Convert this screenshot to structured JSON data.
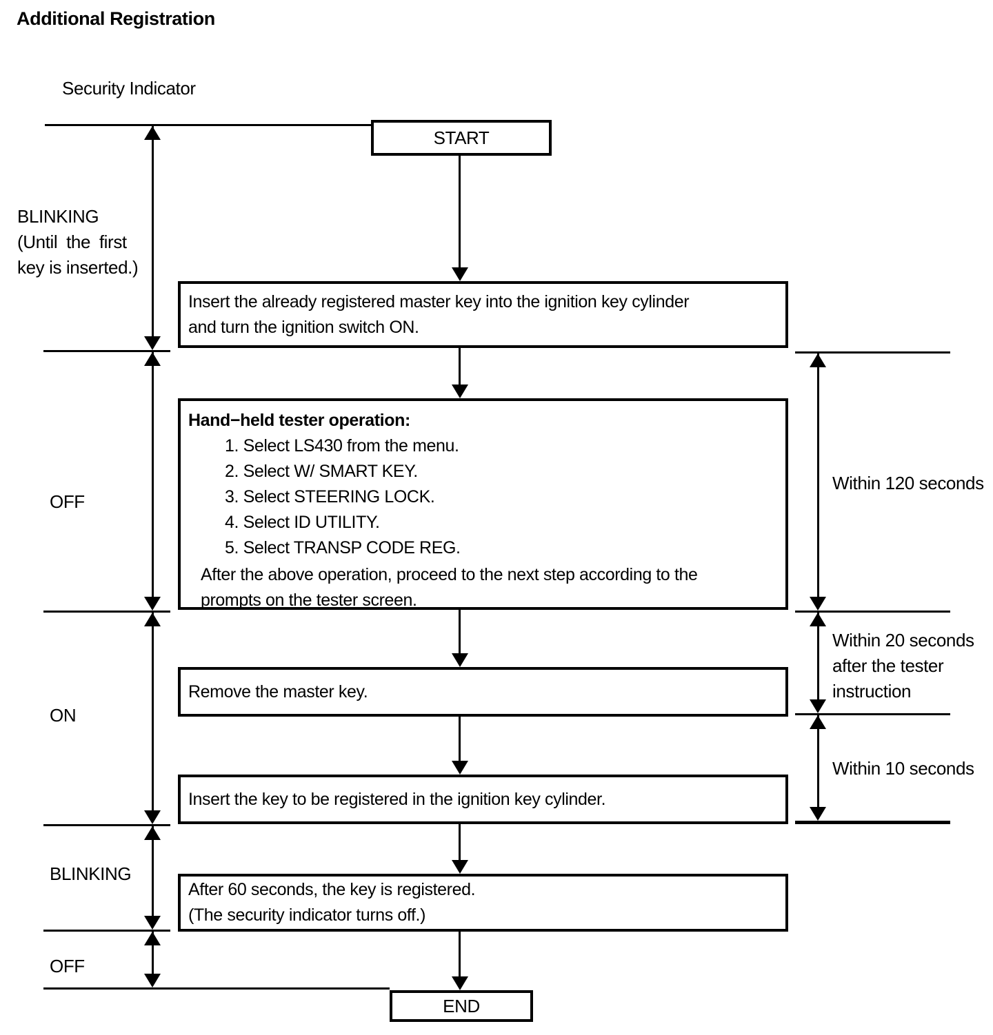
{
  "page": {
    "title": "Additional Registration",
    "axis_label": "Security Indicator"
  },
  "indicator_states": {
    "s1_label": "BLINKING",
    "s1_note_line1": "(Until the first",
    "s1_note_line2": "key is inserted.)",
    "s2_label": "OFF",
    "s3_label": "ON",
    "s4_label": "BLINKING",
    "s5_label": "OFF"
  },
  "flowchart": {
    "start_label": "START",
    "end_label": "END",
    "step1": {
      "line1": "Insert the already registered master key into the ignition key cylinder",
      "line2": "and turn the ignition switch ON."
    },
    "step2": {
      "heading": "Hand−held tester operation:",
      "item1": "1. Select LS430 from the menu.",
      "item2": "2. Select W/ SMART KEY.",
      "item3": "3. Select STEERING LOCK.",
      "item4": "4. Select ID UTILITY.",
      "item5": "5. Select TRANSP CODE REG.",
      "note_line1": "After the above operation, proceed to the next step according to the",
      "note_line2": "prompts on the tester screen."
    },
    "step3": {
      "line1": "Remove the master key."
    },
    "step4": {
      "line1": "Insert the key to be registered in the ignition key cylinder."
    },
    "step5": {
      "line1": "After 60 seconds, the key is registered.",
      "line2": "(The security indicator turns off.)"
    }
  },
  "timing_notes": {
    "t1": "Within 120 seconds",
    "t2_line1": "Within 20 seconds",
    "t2_line2": "after the tester",
    "t2_line3": "instruction",
    "t3": "Within 10 seconds"
  }
}
